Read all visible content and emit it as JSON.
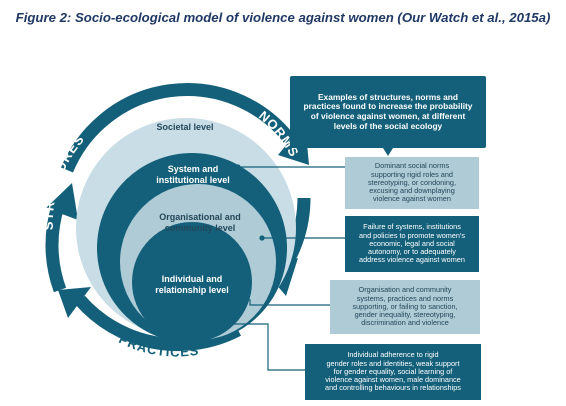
{
  "title": "Figure 2: Socio-ecological model of violence against women (Our Watch et al., 2015a)",
  "ring_labels": {
    "structures": "STRUCTURES",
    "norms": "NORMS",
    "practices": "PRACTICES"
  },
  "levels": {
    "societal": "Societal level",
    "system_line1": "System and",
    "system_line2": "institutional level",
    "organisational_line1": "Organisational and",
    "organisational_line2": "community level",
    "individual_line1": "Individual and",
    "individual_line2": "relationship level"
  },
  "header_box": {
    "lines": [
      "Examples of structures, norms and",
      "practices found to increase the probability",
      "of violence against women, at different",
      "levels of the social ecology"
    ]
  },
  "example_boxes": [
    {
      "lines": [
        "Dominant social norms",
        "supporting rigid roles and",
        "stereotyping, or condoning,",
        "excusing and downplaying",
        "violence against women"
      ]
    },
    {
      "lines": [
        "Failure of systems, institutions",
        "and policies to promote women's",
        "economic, legal and social",
        "autonomy, or to adequately",
        "address violence against women"
      ]
    },
    {
      "lines": [
        "Organisation and community",
        "systems, practices and norms",
        "supporting, or failing to sanction,",
        "gender inequality, stereotyping,",
        "discrimination and violence"
      ]
    },
    {
      "lines": [
        "Individual adherence to rigid",
        "gender roles and identities, weak support",
        "for gender equality, social learning of",
        "violence against women, male dominance",
        "and controlling behaviours in relationships"
      ]
    }
  ],
  "colors": {
    "dark_teal": "#14607a",
    "light_blue": "#aecbd6",
    "pale_blue": "#c8dde6",
    "title_navy": "#1f3864"
  }
}
